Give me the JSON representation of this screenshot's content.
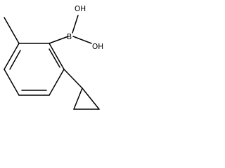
{
  "structure": {
    "atoms": {
      "boron": "B",
      "hydroxyl_top": "OH",
      "hydroxyl_right": "OH"
    }
  }
}
